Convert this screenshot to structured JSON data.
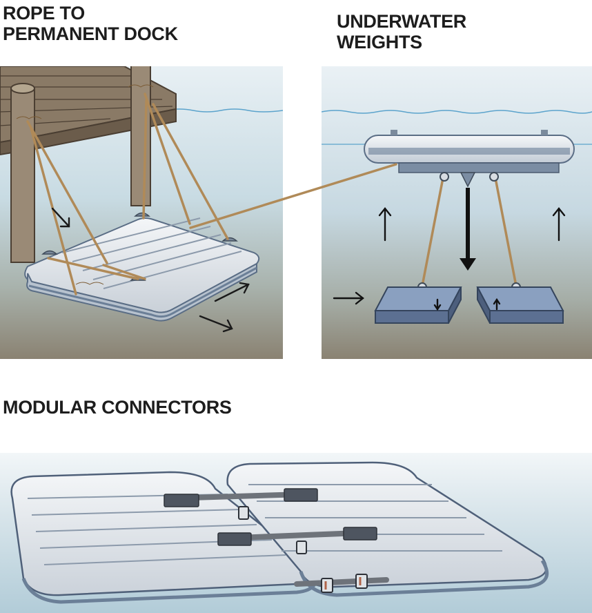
{
  "panels": {
    "dock": {
      "title_line1": "ROPE TO",
      "title_line2": "PERMANENT DOCK"
    },
    "weights": {
      "title_line1": "UNDERWATER",
      "title_line2": "WEIGHTS"
    },
    "modular": {
      "title": "MODULAR CONNECTORS"
    }
  },
  "colors": {
    "water_top": "#e6eff3",
    "water_bottom": "#8c8676",
    "waterline": "#5ba3cc",
    "wood": "#8a7a66",
    "wood_dark": "#5a4c3d",
    "float_light": "#eef1f4",
    "float_edge": "#6b7f97",
    "rope": "#b08a58",
    "weight_plate": "#6f86ab",
    "strap": "#6e737a"
  },
  "icons": [
    "cleat-icon",
    "arrow-icon",
    "buckle-icon",
    "shackle-icon"
  ]
}
